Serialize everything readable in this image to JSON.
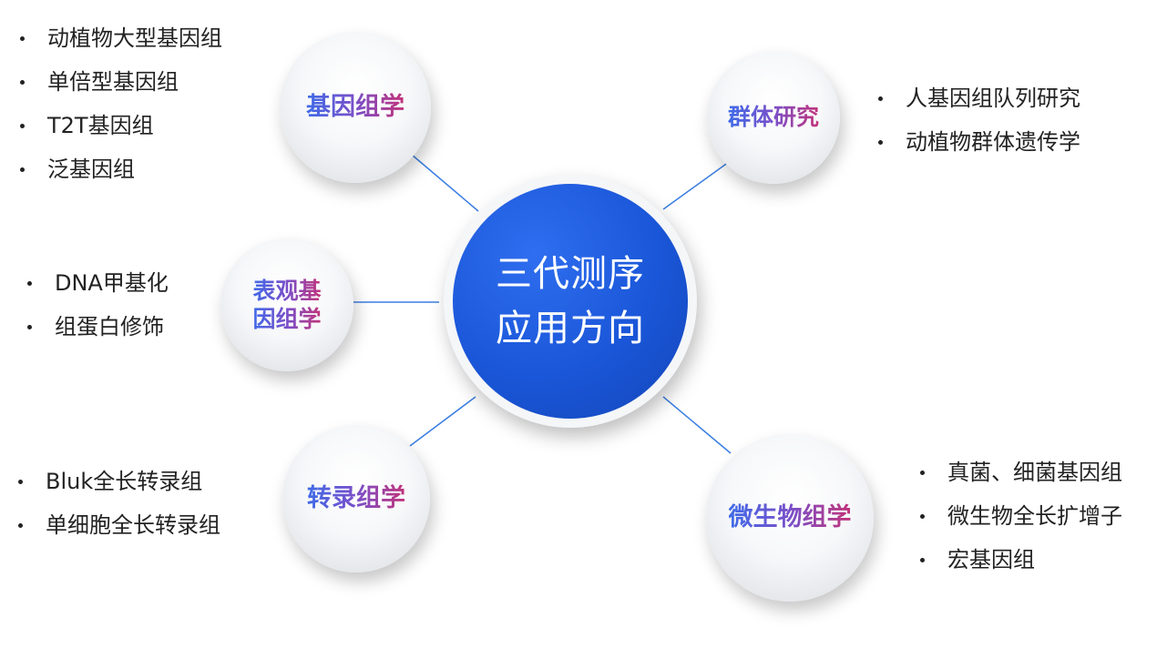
{
  "center": {
    "line1": "三代测序",
    "line2": "应用方向"
  },
  "branches": [
    {
      "id": "genomics",
      "label_lines": [
        "基因组学"
      ],
      "items": [
        "动植物大型基因组",
        "单倍型基因组",
        "T2T基因组",
        "泛基因组"
      ]
    },
    {
      "id": "population",
      "label_lines": [
        "群体研究"
      ],
      "items": [
        "人基因组队列研究",
        "动植物群体遗传学"
      ]
    },
    {
      "id": "epigenomics",
      "label_lines": [
        "表观基",
        "因组学"
      ],
      "items": [
        "DNA甲基化",
        "组蛋白修饰"
      ]
    },
    {
      "id": "transcriptomics",
      "label_lines": [
        "转录组学"
      ],
      "items": [
        "Bluk全长转录组",
        "单细胞全长转录组"
      ]
    },
    {
      "id": "microbiomics",
      "label_lines": [
        "微生物组学"
      ],
      "items": [
        "真菌、细菌基因组",
        "微生物全长扩增子",
        "宏基因组"
      ]
    }
  ],
  "colors": {
    "center": "#1a56d8",
    "connector": "#3a7ee0",
    "label_gradient": [
      "#3f6be8",
      "#7a4fc9",
      "#c2337a"
    ]
  }
}
